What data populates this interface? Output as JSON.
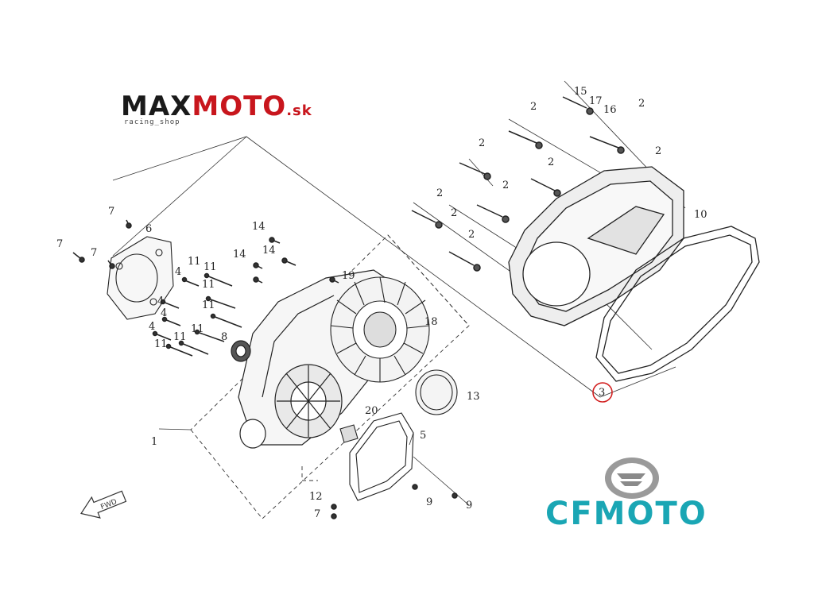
{
  "logos": {
    "maxmoto": {
      "part1": "MAX",
      "part2": "MOTO",
      "suffix": ".sk",
      "tagline": "racing_shop"
    },
    "cfmoto": {
      "text": "CFMOTO",
      "color": "#1aa6b4"
    }
  },
  "fwd_label": "FWD",
  "highlight_color": "#d22020",
  "labels": [
    {
      "id": "l1",
      "text": "1"
    },
    {
      "id": "l2a",
      "text": "2"
    },
    {
      "id": "l2b",
      "text": "2"
    },
    {
      "id": "l2c",
      "text": "2"
    },
    {
      "id": "l2d",
      "text": "2"
    },
    {
      "id": "l2e",
      "text": "2"
    },
    {
      "id": "l2f",
      "text": "2"
    },
    {
      "id": "l2g",
      "text": "2"
    },
    {
      "id": "l2h",
      "text": "2"
    },
    {
      "id": "l2i",
      "text": "2"
    },
    {
      "id": "l3",
      "text": "3"
    },
    {
      "id": "l4a",
      "text": "4"
    },
    {
      "id": "l4b",
      "text": "4"
    },
    {
      "id": "l4c",
      "text": "4"
    },
    {
      "id": "l4d",
      "text": "4"
    },
    {
      "id": "l5",
      "text": "5"
    },
    {
      "id": "l6",
      "text": "6"
    },
    {
      "id": "l7a",
      "text": "7"
    },
    {
      "id": "l7b",
      "text": "7"
    },
    {
      "id": "l7c",
      "text": "7"
    },
    {
      "id": "l7d",
      "text": "7"
    },
    {
      "id": "l8",
      "text": "8"
    },
    {
      "id": "l9a",
      "text": "9"
    },
    {
      "id": "l9b",
      "text": "9"
    },
    {
      "id": "l10",
      "text": "10"
    },
    {
      "id": "l11a",
      "text": "11"
    },
    {
      "id": "l11b",
      "text": "11"
    },
    {
      "id": "l11c",
      "text": "11"
    },
    {
      "id": "l11d",
      "text": "11"
    },
    {
      "id": "l11e",
      "text": "11"
    },
    {
      "id": "l11f",
      "text": "11"
    },
    {
      "id": "l11g",
      "text": "11"
    },
    {
      "id": "l12",
      "text": "12"
    },
    {
      "id": "l13",
      "text": "13"
    },
    {
      "id": "l14a",
      "text": "14"
    },
    {
      "id": "l14b",
      "text": "14"
    },
    {
      "id": "l14c",
      "text": "14"
    },
    {
      "id": "l15",
      "text": "15"
    },
    {
      "id": "l16",
      "text": "16"
    },
    {
      "id": "l17",
      "text": "17"
    },
    {
      "id": "l18",
      "text": "18"
    },
    {
      "id": "l19",
      "text": "19"
    },
    {
      "id": "l20",
      "text": "20"
    }
  ]
}
